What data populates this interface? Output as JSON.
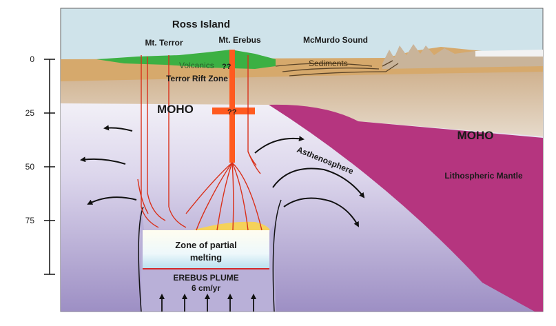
{
  "labels": {
    "ross_island": "Ross Island",
    "mt_terror": "Mt. Terror",
    "mt_erebus": "Mt. Erebus",
    "mcmurdo_sound": "McMurdo Sound",
    "volcanics": "Volcanics",
    "unknown_1": "??",
    "unknown_2": "??",
    "sediments": "Sediments",
    "terror_rift_zone": "Terror Rift Zone",
    "moho_left": "MOHO",
    "moho_right": "MOHO",
    "asthenosphere": "Asthenosphere",
    "lithospheric_mantle": "Lithospheric Mantle",
    "partial_melting_line1": "Zone of partial",
    "partial_melting_line2": "melting",
    "plume_name": "EREBUS PLUME",
    "plume_rate": "6 cm/yr"
  },
  "depth_axis": {
    "ticks": [
      "0",
      "25",
      "50",
      "75"
    ]
  },
  "colors": {
    "sky": "#cfe3ea",
    "sediment": "#d9b07a",
    "volcanics": "#3cb043",
    "crust": "#e0d2c2",
    "mantle_top": "#eceaf4",
    "mantle_bottom": "#a898c8",
    "lithospheric_mantle": "#b5357f",
    "dike": "#ff5a1f",
    "melt_zone": "#fff8e0"
  }
}
